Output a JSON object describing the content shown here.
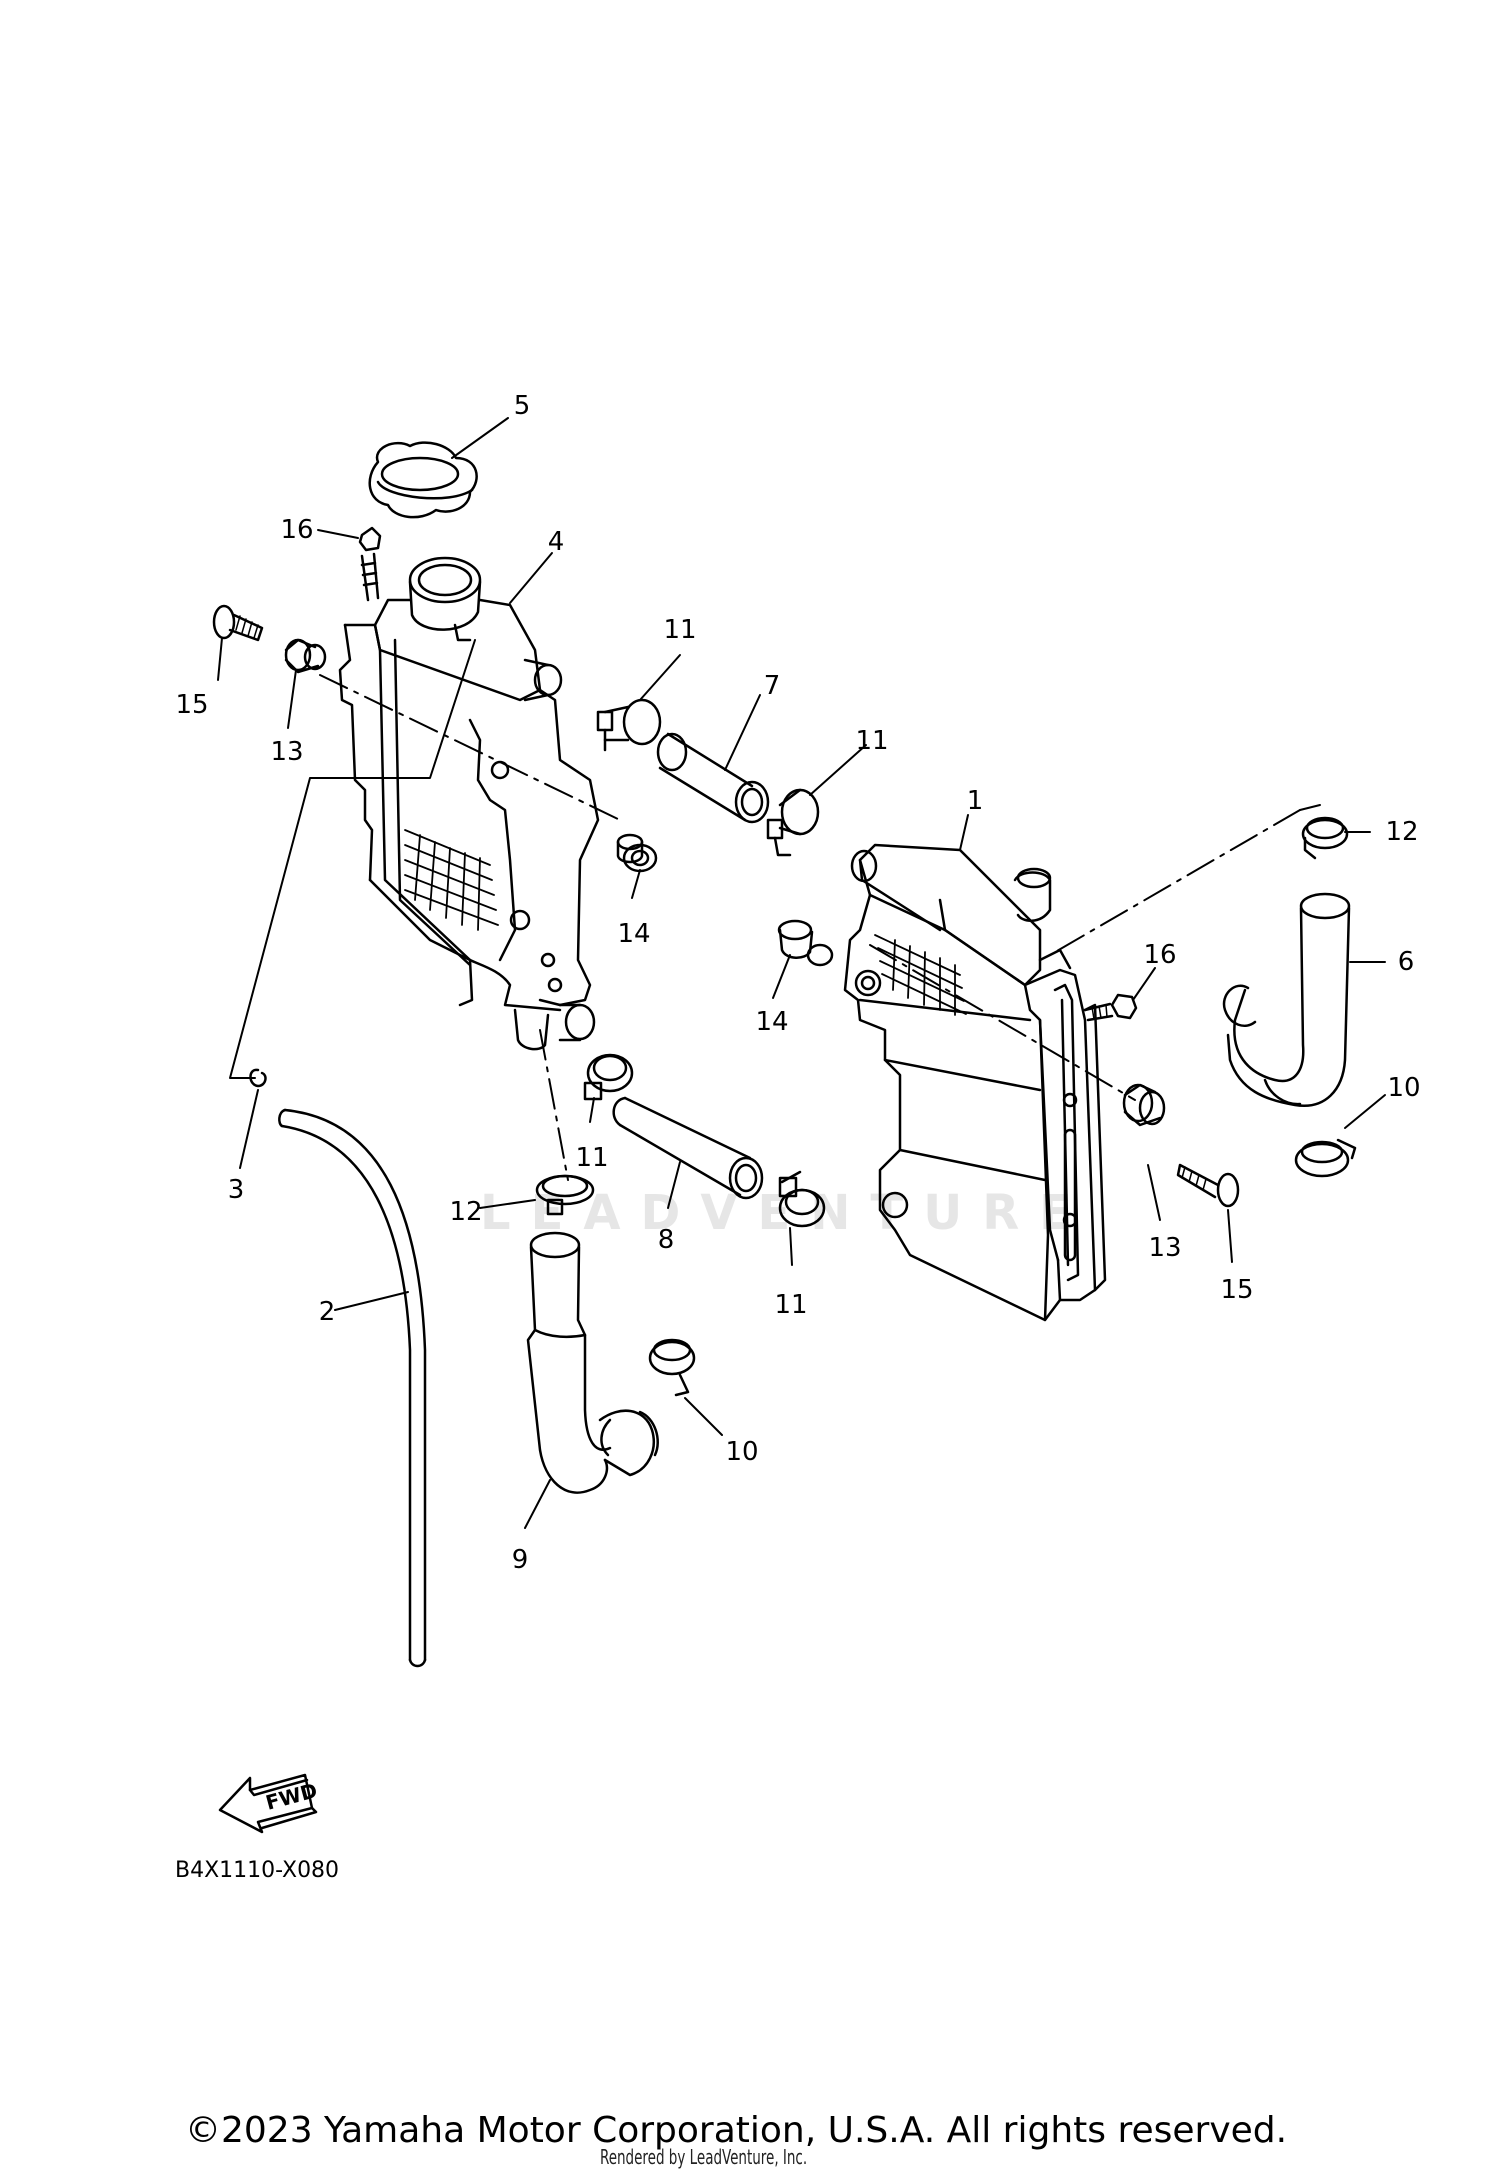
{
  "diagram": {
    "callouts": [
      {
        "id": "c5",
        "text": "5"
      },
      {
        "id": "c16a",
        "text": "16"
      },
      {
        "id": "c4",
        "text": "4"
      },
      {
        "id": "c11a",
        "text": "11"
      },
      {
        "id": "c7",
        "text": "7"
      },
      {
        "id": "c11b",
        "text": "11"
      },
      {
        "id": "c15a",
        "text": "15"
      },
      {
        "id": "c13a",
        "text": "13"
      },
      {
        "id": "c1",
        "text": "1"
      },
      {
        "id": "c12a",
        "text": "12"
      },
      {
        "id": "c6",
        "text": "6"
      },
      {
        "id": "c16b",
        "text": "16"
      },
      {
        "id": "c14a",
        "text": "14"
      },
      {
        "id": "c14b",
        "text": "14"
      },
      {
        "id": "c10a",
        "text": "10"
      },
      {
        "id": "c11c",
        "text": "11"
      },
      {
        "id": "c3",
        "text": "3"
      },
      {
        "id": "c12b",
        "text": "12"
      },
      {
        "id": "c8",
        "text": "8"
      },
      {
        "id": "c13b",
        "text": "13"
      },
      {
        "id": "c11d",
        "text": "11"
      },
      {
        "id": "c15b",
        "text": "15"
      },
      {
        "id": "c2",
        "text": "2"
      },
      {
        "id": "c10b",
        "text": "10"
      },
      {
        "id": "c9",
        "text": "9"
      }
    ],
    "fwd_arrow_label": "FWD",
    "diagram_code": "B4X1110-X080",
    "watermark": "LEADVENTURE"
  },
  "footer": {
    "copyright": "©2023 Yamaha Motor Corporation, U.S.A. All rights reserved.",
    "rendered_by": "Rendered by LeadVenture, Inc."
  }
}
